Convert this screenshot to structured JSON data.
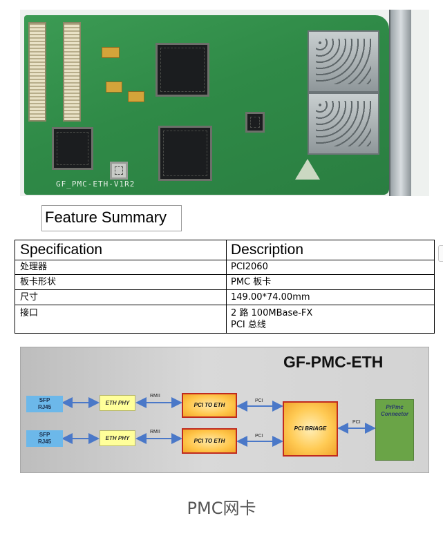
{
  "photo": {
    "silkscreen": "GF_PMC-ETH-V1R2"
  },
  "feature_summary": {
    "title": "Feature Summary"
  },
  "table": {
    "headers": [
      "Specification",
      "Description"
    ],
    "rows": [
      {
        "spec": "处理器",
        "desc": [
          "PCI2060"
        ]
      },
      {
        "spec": "板卡形状",
        "desc": [
          "PMC 板卡"
        ]
      },
      {
        "spec": "尺寸",
        "desc": [
          "149.00*74.00mm"
        ]
      },
      {
        "spec": "接口",
        "desc": [
          "2 路 100MBase-FX",
          "PCI 总线"
        ]
      }
    ]
  },
  "diagram": {
    "title": "GF-PMC-ETH",
    "sfp_top": [
      "SFP",
      "RJ45"
    ],
    "sfp_bottom": [
      "SFP",
      "RJ45"
    ],
    "eth_phy": "ETH PHY",
    "rmii": "RMII",
    "pci_to_eth": "PCI TO ETH",
    "pci": "PCI",
    "pci_bridge": "PCI BRIAGE",
    "connector": [
      "PrPmc",
      "Connector"
    ],
    "colors": {
      "sfp": "#6cb8ea",
      "eth_phy": "#ffff9a",
      "pci_block": "#ffc64a",
      "pci_border": "#c02a1f",
      "connector": "#6aa447",
      "arrow": "#4a78c8"
    }
  },
  "caption": "PMC网卡"
}
